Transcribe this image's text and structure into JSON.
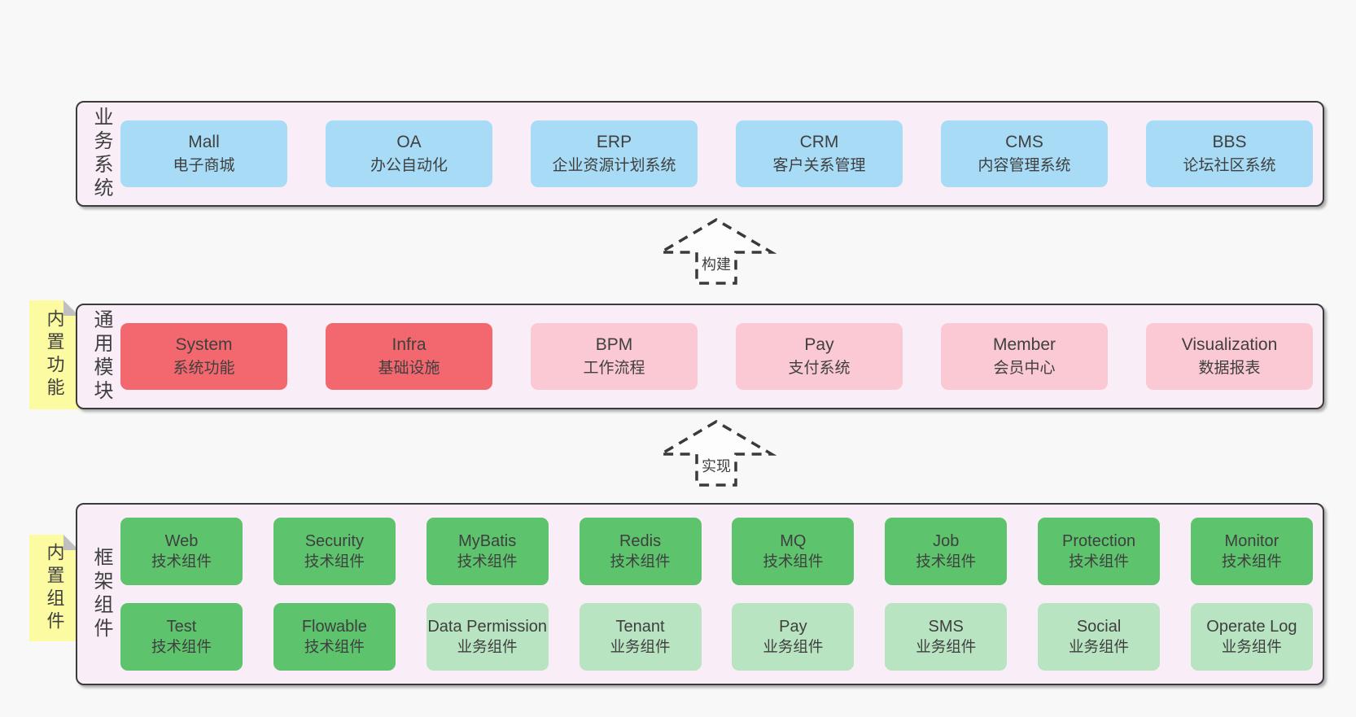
{
  "colors": {
    "page_bg": "#f8f8f8",
    "section_bg": "#f9eef7",
    "section_border": "#3b3b3b",
    "box_blue": "#a8dcf6",
    "box_red": "#f3686e",
    "box_pink": "#fbc9d3",
    "box_green": "#5dc36d",
    "box_green_light": "#b8e4c1",
    "sticky_bg": "#fcfba1",
    "sticky_fold": "#bfbfbf",
    "arrow_stroke": "#3a3a3a",
    "arrow_fill": "#fdfdfd",
    "text": "#3f3f3f"
  },
  "sections": {
    "business": {
      "label": "业务系统",
      "boxes": [
        {
          "name": "Mall",
          "desc": "电子商城"
        },
        {
          "name": "OA",
          "desc": "办公自动化"
        },
        {
          "name": "ERP",
          "desc": "企业资源计划系统"
        },
        {
          "name": "CRM",
          "desc": "客户关系管理"
        },
        {
          "name": "CMS",
          "desc": "内容管理系统"
        },
        {
          "name": "BBS",
          "desc": "论坛社区系统"
        }
      ]
    },
    "modules": {
      "label": "通用模块",
      "sticky": "内置功能",
      "boxes": [
        {
          "name": "System",
          "desc": "系统功能"
        },
        {
          "name": "Infra",
          "desc": "基础设施"
        },
        {
          "name": "BPM",
          "desc": "工作流程"
        },
        {
          "name": "Pay",
          "desc": "支付系统"
        },
        {
          "name": "Member",
          "desc": "会员中心"
        },
        {
          "name": "Visualization",
          "desc": "数据报表"
        }
      ]
    },
    "framework": {
      "label": "框架组件",
      "sticky": "内置组件",
      "row1": [
        {
          "name": "Web",
          "desc": "技术组件"
        },
        {
          "name": "Security",
          "desc": "技术组件"
        },
        {
          "name": "MyBatis",
          "desc": "技术组件"
        },
        {
          "name": "Redis",
          "desc": "技术组件"
        },
        {
          "name": "MQ",
          "desc": "技术组件"
        },
        {
          "name": "Job",
          "desc": "技术组件"
        },
        {
          "name": "Protection",
          "desc": "技术组件"
        },
        {
          "name": "Monitor",
          "desc": "技术组件"
        }
      ],
      "row2": [
        {
          "name": "Test",
          "desc": "技术组件"
        },
        {
          "name": "Flowable",
          "desc": "技术组件"
        },
        {
          "name": "Data Permission",
          "desc": "业务组件"
        },
        {
          "name": "Tenant",
          "desc": "业务组件"
        },
        {
          "name": "Pay",
          "desc": "业务组件"
        },
        {
          "name": "SMS",
          "desc": "业务组件"
        },
        {
          "name": "Social",
          "desc": "业务组件"
        },
        {
          "name": "Operate Log",
          "desc": "业务组件"
        }
      ]
    }
  },
  "arrows": {
    "build": "构建",
    "implement": "实现"
  }
}
